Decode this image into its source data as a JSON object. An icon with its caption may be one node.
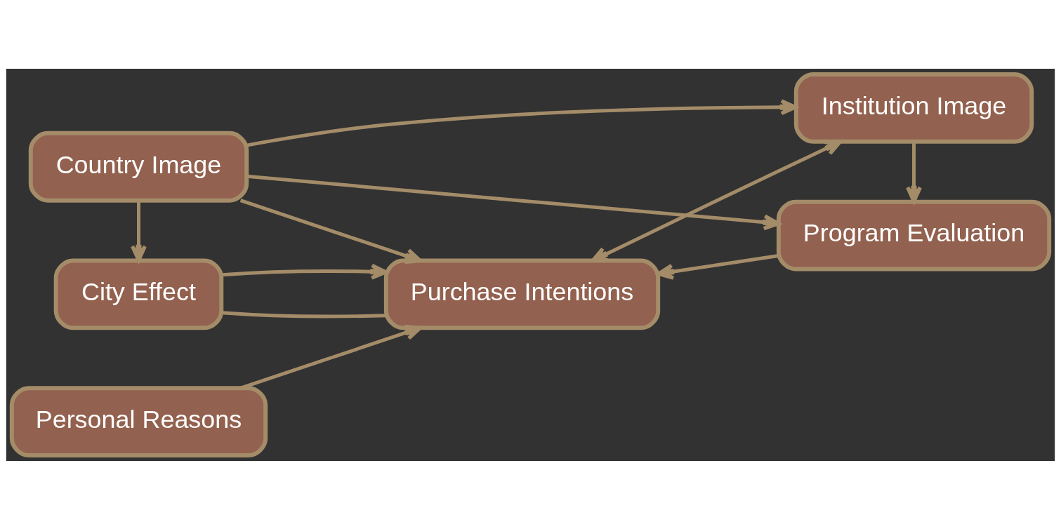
{
  "diagram": {
    "nodes": [
      {
        "text": [
          "Personal Reasons"
        ]
      },
      {
        "text": [
          "Institution Image"
        ]
      },
      {
        "text": [
          "Country Image"
        ]
      },
      {
        "text": [
          "Purchase Intentions"
        ]
      },
      {
        "text": [
          "Program Evaluation"
        ]
      },
      {
        "text": [
          "City Effect"
        ]
      }
    ],
    "edges": [
      {
        "from": 0,
        "to": 3,
        "arrow": "to"
      },
      {
        "from": 2,
        "to": 1,
        "arrow": "to"
      },
      {
        "from": 3,
        "to": 1,
        "arrow": "both"
      },
      {
        "from": 1,
        "to": 4,
        "arrow": "to"
      },
      {
        "from": 2,
        "to": 3,
        "arrow": "to"
      },
      {
        "from": 4,
        "to": 3,
        "arrow": "to"
      },
      {
        "from": 2,
        "to": 4,
        "arrow": "to"
      },
      {
        "from": 2,
        "to": 5,
        "arrow": "to"
      },
      {
        "from": 5,
        "to": 3,
        "arrow": "none"
      },
      {
        "from": 5,
        "to": 3,
        "arrow": "to"
      }
    ]
  }
}
